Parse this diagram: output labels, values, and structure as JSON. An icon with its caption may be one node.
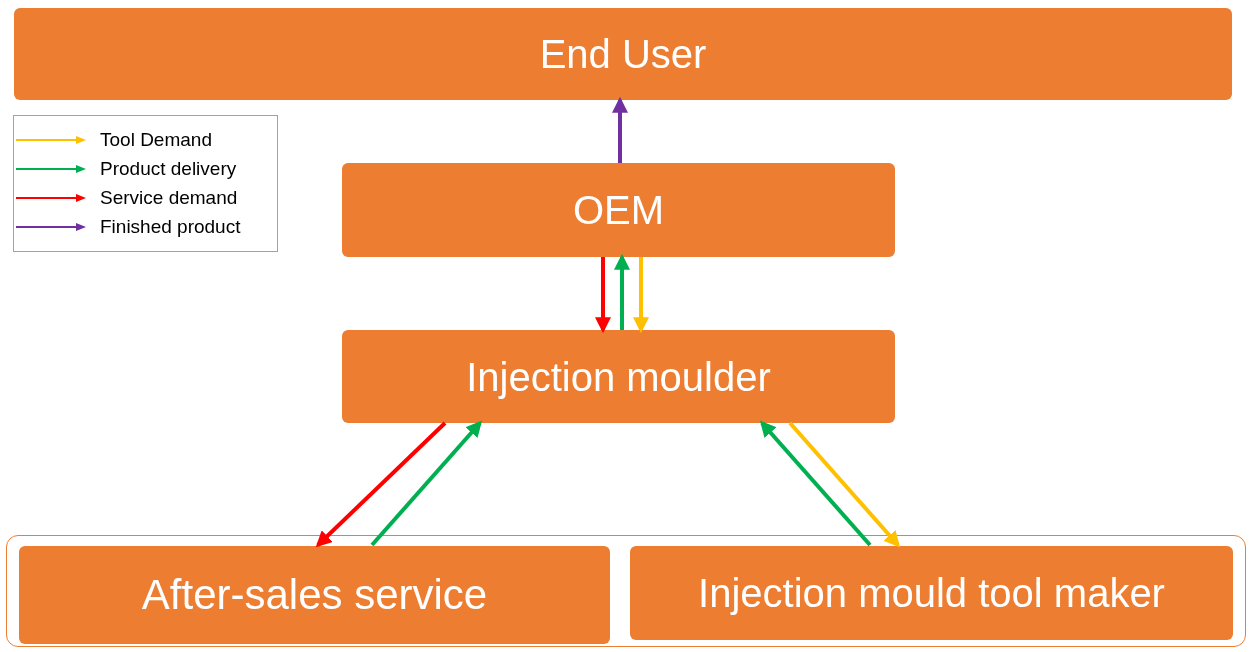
{
  "diagram": {
    "nodes": [
      {
        "text": [
          "End User"
        ]
      },
      {
        "text": [
          "OEM"
        ]
      },
      {
        "text": [
          "Injection moulder"
        ]
      },
      {
        "text": [],
        "shape": "box"
      },
      {
        "text": [
          "After-sales service"
        ],
        "in": 3
      },
      {
        "text": [
          "Injection mould tool maker"
        ],
        "in": 3
      }
    ],
    "edges": [
      {
        "from": 1,
        "to": 0,
        "arrow": "to",
        "color": "#7030a0"
      },
      {
        "from": 1,
        "to": 2,
        "arrow": "to",
        "color": "#ff0000"
      },
      {
        "from": 2,
        "to": 1,
        "arrow": "to",
        "color": "#00b050"
      },
      {
        "from": 1,
        "to": 2,
        "arrow": "to",
        "color": "#ffc000"
      },
      {
        "from": 2,
        "to": 4,
        "arrow": "to",
        "color": "#ff0000"
      },
      {
        "from": 4,
        "to": 2,
        "arrow": "to",
        "color": "#00b050"
      },
      {
        "from": 5,
        "to": 2,
        "arrow": "to",
        "color": "#00b050"
      },
      {
        "from": 2,
        "to": 5,
        "arrow": "to",
        "color": "#ffc000"
      }
    ],
    "legend": [
      {
        "text": "Tool Demand",
        "color": "#ffc000"
      },
      {
        "text": "Product delivery",
        "color": "#00b050"
      },
      {
        "text": "Service demand",
        "color": "#ff0000"
      },
      {
        "text": "Finished product",
        "color": "#7030a0"
      }
    ]
  }
}
